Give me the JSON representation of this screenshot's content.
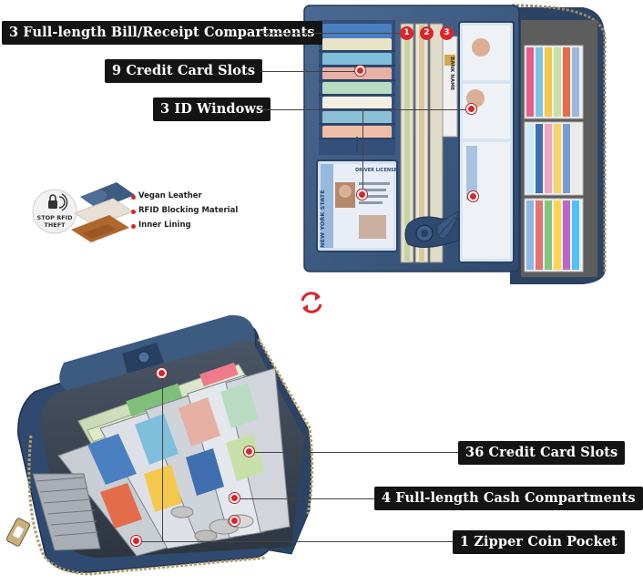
{
  "labels": {
    "bill_compartments": "3 Full-length Bill/Receipt Compartments",
    "credit_card_slots_9": "9 Credit Card Slots",
    "id_windows": "3 ID Windows",
    "credit_card_slots_36": "36 Credit Card Slots",
    "cash_compartments": "4 Full-length Cash Compartments",
    "coin_pocket": "1 Zipper Coin Pocket"
  },
  "numbered_markers": [
    "1",
    "2",
    "3"
  ],
  "rfid": {
    "badge_line1": "STOP RFID",
    "badge_line2": "THEFT",
    "layers": [
      "Vegan Leather",
      "RFID Blocking Material",
      "Inner Lining"
    ]
  },
  "id_card": {
    "state": "NEW YORK STATE",
    "type": "DRIVER LICENSE"
  },
  "bank_card": {
    "text": "BANK NAME"
  },
  "colors": {
    "leather": "#3d5a80",
    "leather_dark": "#2c4363",
    "accent_red": "#d8262c",
    "label_bg": "#141414",
    "lining": "#b0672e"
  },
  "icons": [
    "rotate-arrows-icon",
    "lock-wifi-icon"
  ]
}
